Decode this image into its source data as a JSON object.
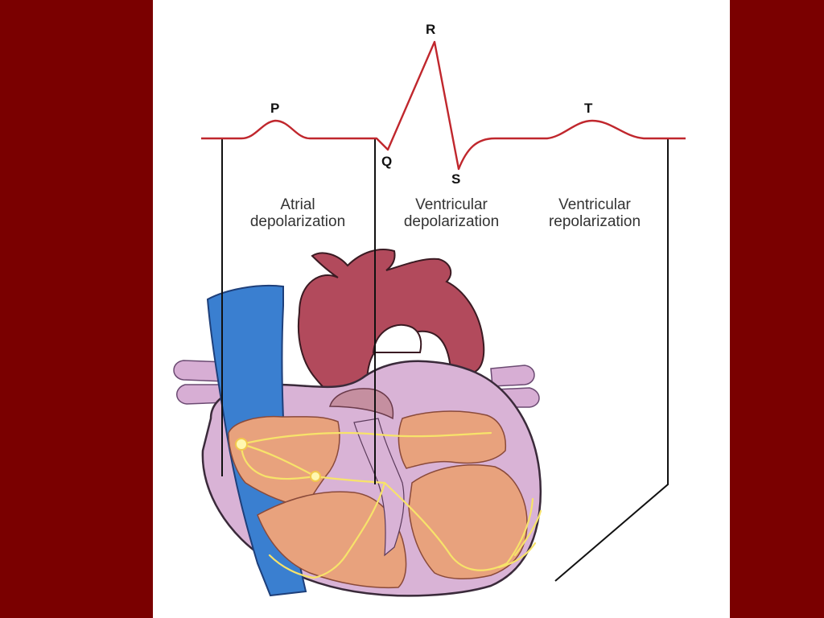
{
  "ecg": {
    "waves": {
      "p": "P",
      "q": "Q",
      "r": "R",
      "s": "S",
      "t": "T"
    }
  },
  "phases": {
    "atrial": {
      "line1": "Atrial",
      "line2": "depolarization"
    },
    "ventricular_dep": {
      "line1": "Ventricular",
      "line2": "depolarization"
    },
    "ventricular_rep": {
      "line1": "Ventricular",
      "line2": "repolarization"
    }
  },
  "colors": {
    "background": "#7a0000",
    "panel": "#ffffff",
    "ecg_trace": "#c0272d",
    "vena_cava": "#3a7fd0",
    "aorta": "#b24a5c",
    "heart_wall": "#d9b3d6",
    "myocardium": "#e8a27d",
    "conduction": "#f7e36a"
  }
}
